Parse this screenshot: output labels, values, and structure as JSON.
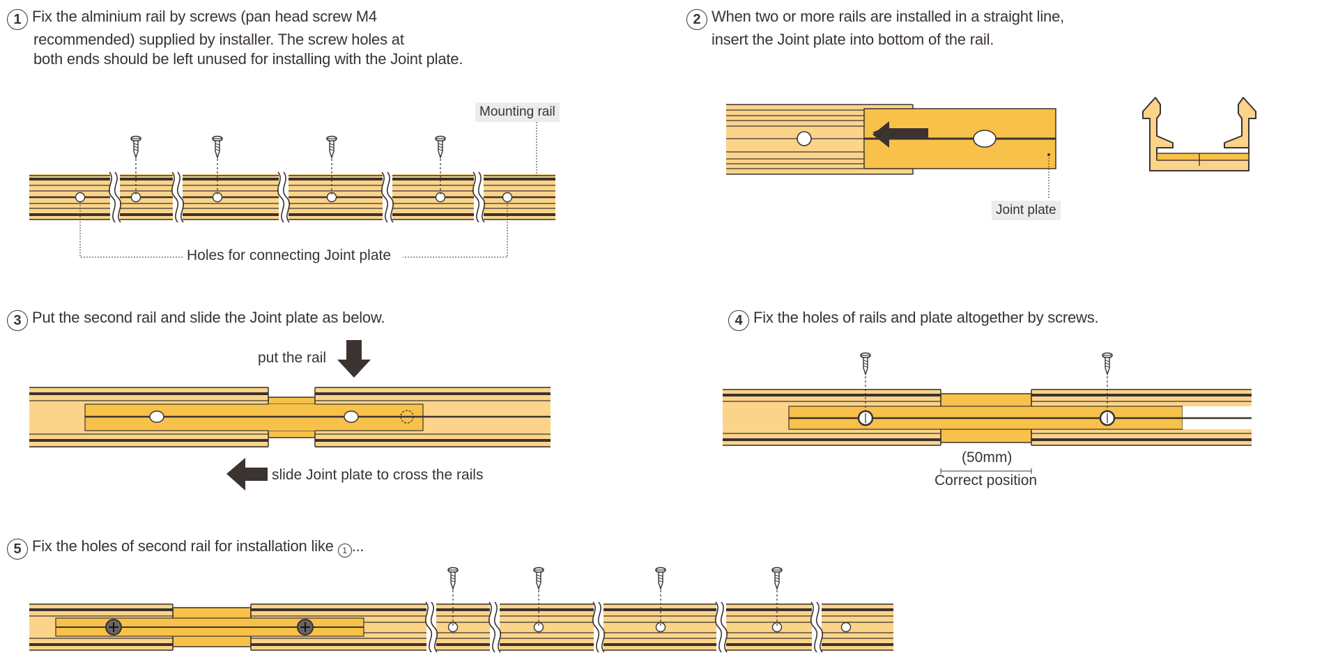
{
  "steps": [
    {
      "num": "1",
      "lines": [
        "Fix the alminium rail by screws (pan head screw M4",
        "recommended) supplied by installer. The screw holes at",
        "both ends should be left unused for installing with the Joint plate."
      ]
    },
    {
      "num": "2",
      "lines": [
        "When two or more rails are installed in a straight line,",
        "insert the Joint plate into bottom of the rail."
      ]
    },
    {
      "num": "3",
      "lines": [
        "Put the second rail and slide the Joint plate as below."
      ]
    },
    {
      "num": "4",
      "lines": [
        "Fix the holes of rails and plate altogether by screws."
      ]
    },
    {
      "num": "5",
      "text": "Fix the holes of second rail for installation like",
      "ref": "1",
      "suffix": "..."
    }
  ],
  "labels": {
    "mounting_rail": "Mounting rail",
    "holes_joint": "Holes for connecting Joint plate",
    "joint_plate": "Joint plate",
    "put_rail": "put the rail",
    "slide_joint": "slide Joint plate to cross the rails",
    "dimension": "(50mm)",
    "correct_position": "Correct position"
  },
  "colors": {
    "rail_light": "#fbd48a",
    "rail_mid": "#f8c14a",
    "dark": "#3a3330",
    "tag_bg": "#ececec"
  }
}
